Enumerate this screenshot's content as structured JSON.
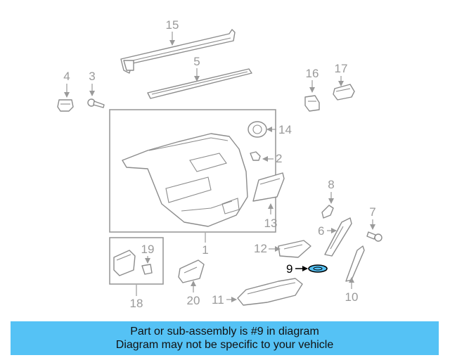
{
  "diagram": {
    "labels": [
      "15",
      "5",
      "4",
      "3",
      "16",
      "17",
      "14",
      "2",
      "8",
      "13",
      "7",
      "6",
      "1",
      "12",
      "19",
      "9",
      "18",
      "20",
      "11",
      "10"
    ],
    "highlighted_part": "9",
    "colors": {
      "line": "#9a9a9a",
      "highlight_fill": "#55c2f5",
      "highlight_line": "#000000"
    }
  },
  "banner": {
    "line1": "Part or sub-assembly is #9 in diagram",
    "line2": "Diagram may not be specific to your vehicle",
    "background": "#55c2f5"
  }
}
